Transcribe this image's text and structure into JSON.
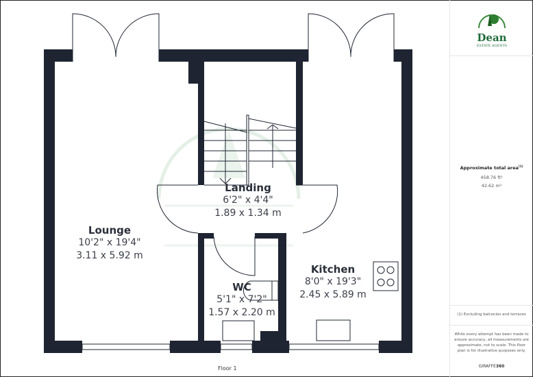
{
  "brand": {
    "name": "Dean",
    "tagline": "ESTATE AGENTS",
    "color": "#1f6b3a"
  },
  "rooms": [
    {
      "name": "Lounge",
      "imperial": "10'2\" x 19'4\"",
      "metric": "3.11 x 5.92 m"
    },
    {
      "name": "Landing",
      "imperial": "6'2\" x 4'4\"",
      "metric": "1.89 x 1.34 m"
    },
    {
      "name": "WC",
      "imperial": "5'1\" x 7'2\"",
      "metric": "1.57 x 2.20 m"
    },
    {
      "name": "Kitchen",
      "imperial": "8'0\" x 19'3\"",
      "metric": "2.45 x 5.89 m"
    }
  ],
  "floor_label": "Floor 1",
  "area": {
    "title": "Approximate total area",
    "footnote_mark": "(1)",
    "sqft": "458.76 ft²",
    "sqm": "42.62 m²"
  },
  "footnote": "(1) Excluding balconies and terraces",
  "disclaimer": "While every attempt has been made to ensure accuracy, all measurements are approximate, not to scale. This floor plan is for illustrative purposes only.",
  "credit": {
    "a": "GIRAFFE",
    "b": "360"
  },
  "colors": {
    "wall": "#1e2432",
    "watermark": "#cfe3d3"
  }
}
